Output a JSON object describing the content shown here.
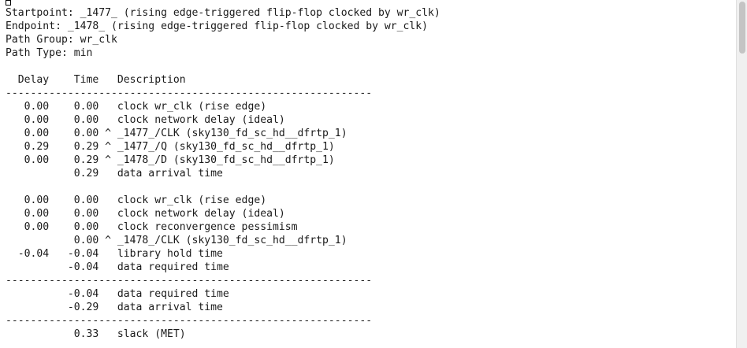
{
  "report": {
    "lines": [
      "Startpoint: _1477_ (rising edge-triggered flip-flop clocked by wr_clk)",
      "Endpoint: _1478_ (rising edge-triggered flip-flop clocked by wr_clk)",
      "Path Group: wr_clk",
      "Path Type: min",
      "",
      "  Delay    Time   Description",
      "-----------------------------------------------------------",
      "   0.00    0.00   clock wr_clk (rise edge)",
      "   0.00    0.00   clock network delay (ideal)",
      "   0.00    0.00 ^ _1477_/CLK (sky130_fd_sc_hd__dfrtp_1)",
      "   0.29    0.29 ^ _1477_/Q (sky130_fd_sc_hd__dfrtp_1)",
      "   0.00    0.29 ^ _1478_/D (sky130_fd_sc_hd__dfrtp_1)",
      "           0.29   data arrival time",
      "",
      "   0.00    0.00   clock wr_clk (rise edge)",
      "   0.00    0.00   clock network delay (ideal)",
      "   0.00    0.00   clock reconvergence pessimism",
      "           0.00 ^ _1478_/CLK (sky130_fd_sc_hd__dfrtp_1)",
      "  -0.04   -0.04   library hold time",
      "          -0.04   data required time",
      "-----------------------------------------------------------",
      "          -0.04   data required time",
      "          -0.29   data arrival time",
      "-----------------------------------------------------------",
      "           0.33   slack (MET)"
    ]
  },
  "scrollbar": {
    "position": 0.0
  }
}
